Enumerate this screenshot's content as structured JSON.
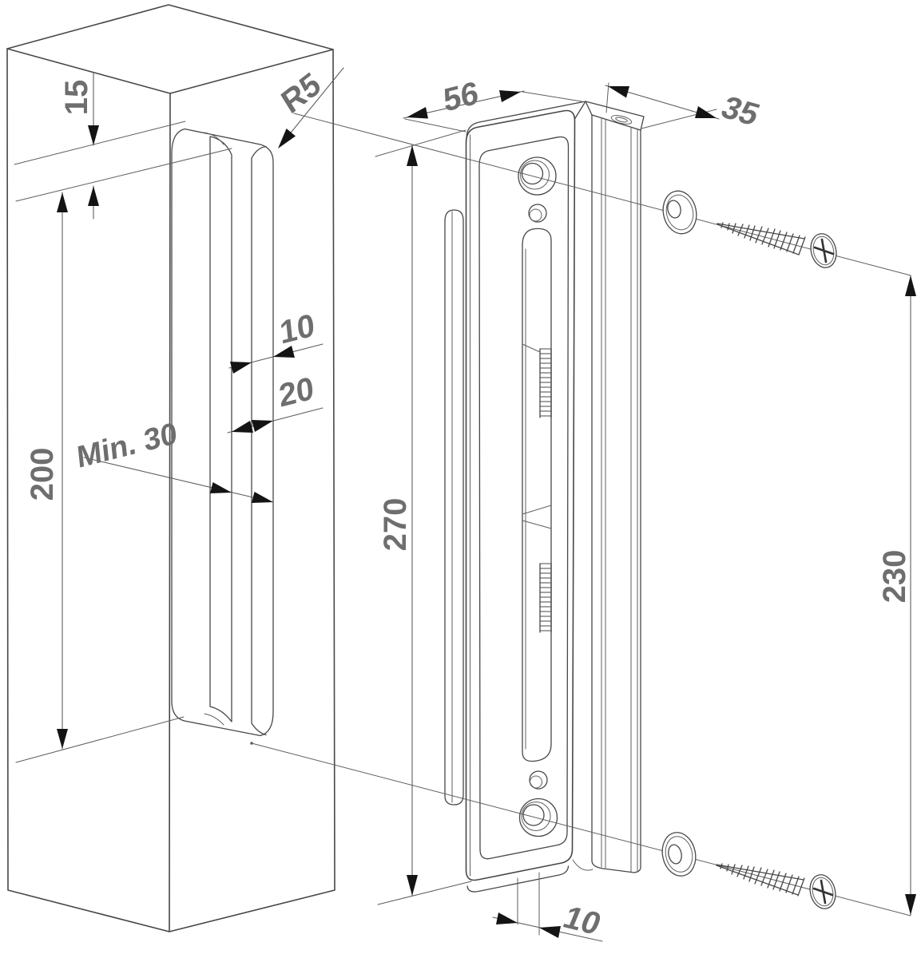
{
  "colors": {
    "background": "#ffffff",
    "outline": "#474747",
    "thin_line": "#5f5f5f",
    "arrow": "#141414",
    "label": "#6e6e6e"
  },
  "dimensions": {
    "post_top_to_slot": "15",
    "slot_corner_radius": "R5",
    "cover_width": "56",
    "profile_width": "35",
    "slot_inner_width": "10",
    "slot_outer_width": "20",
    "slot_min_depth": "Min. 30",
    "slot_height": "200",
    "keeper_height": "270",
    "screw_spacing": "230",
    "bottom_offset": "10"
  }
}
